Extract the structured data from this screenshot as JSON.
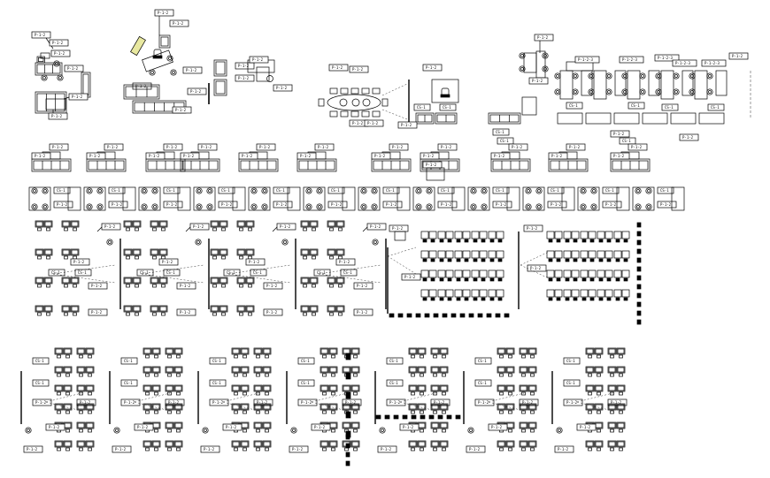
{
  "drawing": {
    "line_color": "#000000",
    "background": "#ffffff",
    "accent_color": "#e8e8a0",
    "tag_texts": [
      "P-1-2",
      "CS-1",
      "P-1-2-3"
    ]
  },
  "regions": [
    "executive-lounge-block",
    "executive-office-block",
    "sofa-set-block",
    "conference-table-block",
    "meeting-desk-block",
    "cafe-seating-block",
    "open-office-row-1",
    "open-office-row-2",
    "open-office-row-3"
  ]
}
